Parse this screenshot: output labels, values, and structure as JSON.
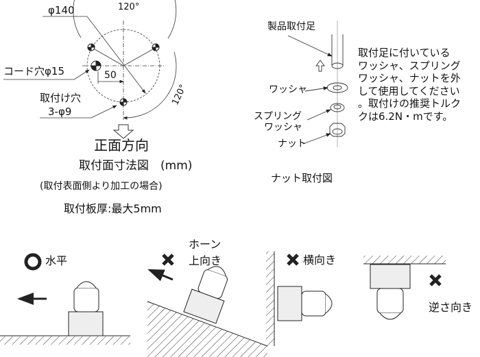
{
  "mount_drawing": {
    "dia_outer": "φ140",
    "angle_top": "120°",
    "angle_side": "120°",
    "cord_hole": "コード穴φ15",
    "offset": "50",
    "mount_hole_1": "取付け穴",
    "mount_hole_2": "3-φ9",
    "front_dir": "正面方向",
    "title": "取付面寸法図　(mm)",
    "note": "(取付表面側より加工の場合)",
    "thickness": "取付板厚:最大5mm"
  },
  "nut_drawing": {
    "foot": "製品取付足",
    "washer": "ワッシャ",
    "spring_1": "スプリング",
    "spring_2": "ワッシャ",
    "nut": "ナット",
    "instructions": [
      "取付足に付いている",
      "ワッシャ、スプリング",
      "ワッシャ、ナットを外",
      "して使用してください",
      "。取付けの推奨トルク",
      "クは6.2N・mです。"
    ],
    "title": "ナット取付図"
  },
  "orientations": {
    "ok_horizontal": "水平",
    "horn_up_1": "ホーン",
    "horn_up_2": "上向き",
    "sideways": "横向き",
    "upside_down": "逆さ向き"
  }
}
